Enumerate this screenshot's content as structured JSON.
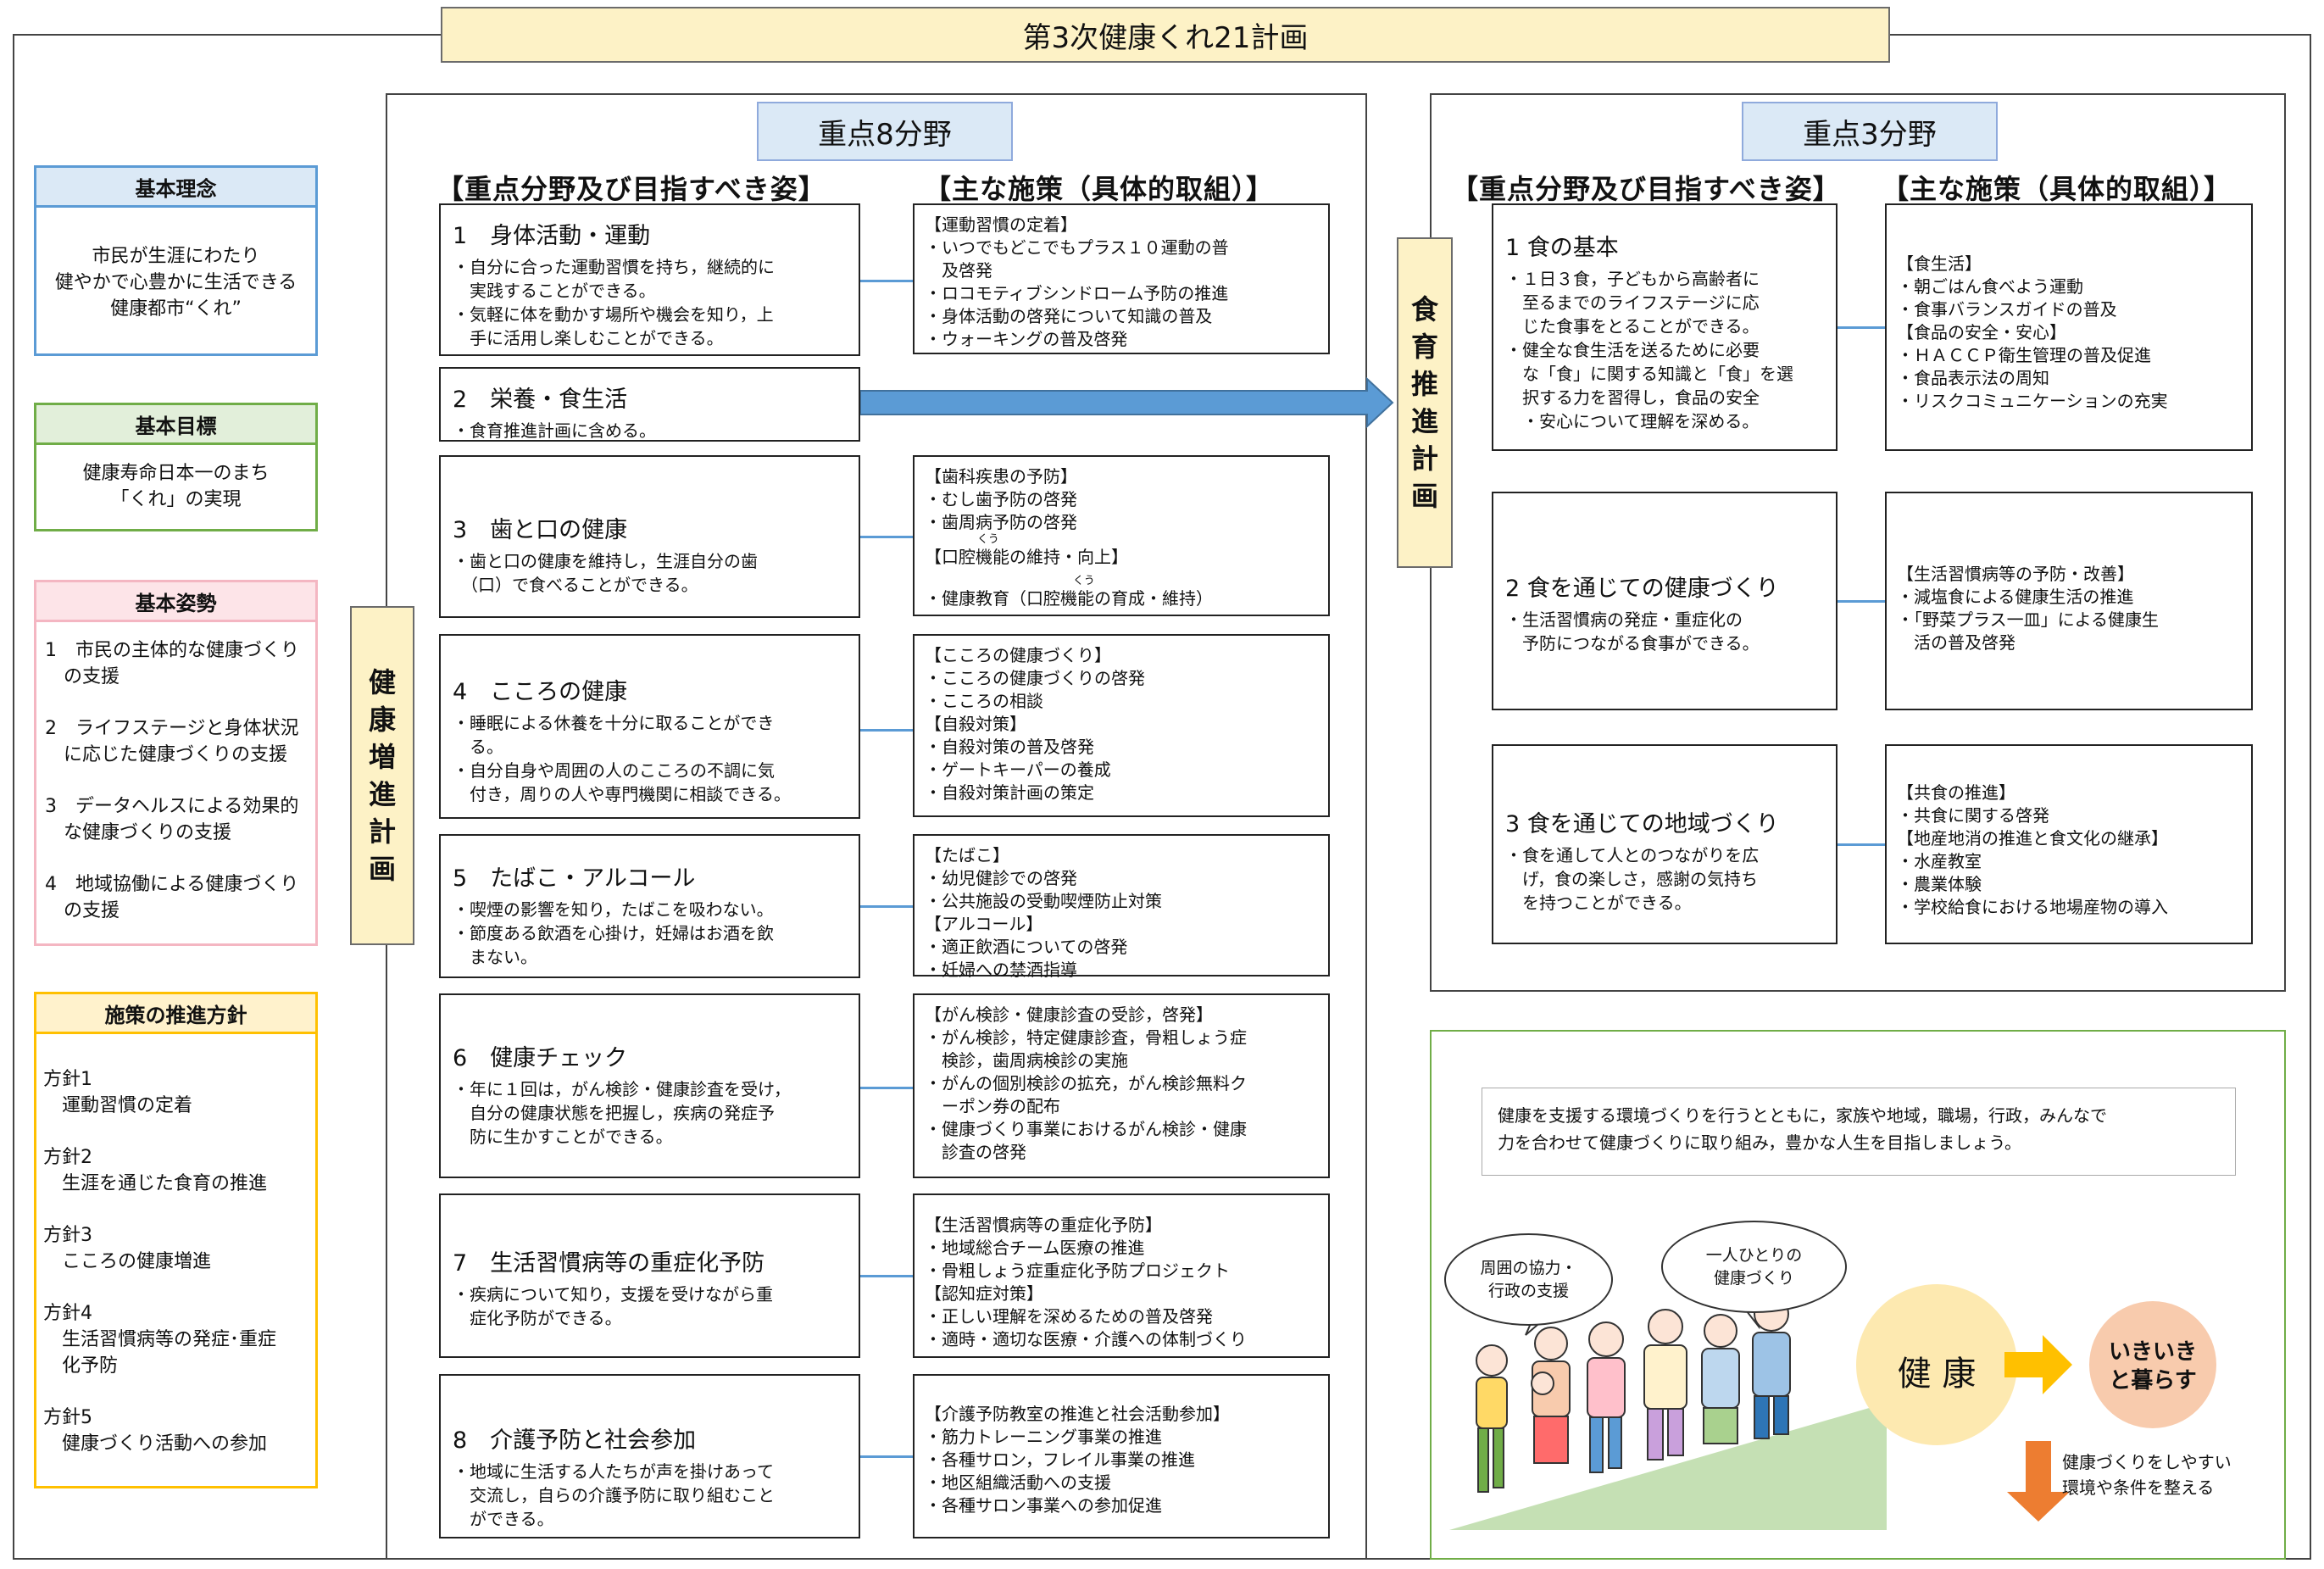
{
  "main_title": "第3次健康くれ21計画",
  "sidebar": {
    "philosophy": {
      "heading": "基本理念",
      "lines": [
        "市民が生涯にわたり",
        "健やかで心豊かに生活できる",
        "健康都市“くれ”"
      ]
    },
    "goal": {
      "heading": "基本目標",
      "lines": [
        "健康寿命日本一のまち",
        "「くれ」の実現"
      ]
    },
    "stance": {
      "heading": "基本姿勢",
      "items": [
        [
          "1　市民の主体的な健康づくり",
          "　の支援"
        ],
        [
          "2　ライフステージと身体状況",
          "　に応じた健康づくりの支援"
        ],
        [
          "3　データヘルスによる効果的",
          "　な健康づくりの支援"
        ],
        [
          "4　地域協働による健康づくり",
          "　の支援"
        ]
      ]
    },
    "policy": {
      "heading": "施策の推進方針",
      "items": [
        [
          "方針1",
          "　運動習慣の定着"
        ],
        [
          "方針2",
          "　生涯を通じた食育の推進"
        ],
        [
          "方針3",
          "　こころの健康増進"
        ],
        [
          "方針4",
          "　生活習慣病等の発症･重症",
          "　化予防"
        ],
        [
          "方針5",
          "　健康づくり活動への参加"
        ]
      ]
    }
  },
  "health_plan": {
    "tag": "重点8分野",
    "vertical_label": [
      "健",
      "康",
      "増",
      "進",
      "計",
      "画"
    ],
    "col_left": "【重点分野及び目指すべき姿】",
    "col_right": "【主な施策（具体的取組）】",
    "areas": [
      {
        "title": "1　身体活動・運動",
        "lines": [
          "・自分に合った運動習慣を持ち，継続的に",
          "　実践することができる。",
          "・気軽に体を動かす場所や機会を知り，上",
          "　手に活用し楽しむことができる。"
        ],
        "measures": [
          "【運動習慣の定着】",
          "・いつでもどこでもプラス１０運動の普",
          "　及啓発",
          "・ロコモティブシンドローム予防の推進",
          "・身体活動の啓発について知識の普及",
          "・ウォーキングの普及啓発"
        ]
      },
      {
        "title": "2　栄養・食生活",
        "lines": [
          "・食育推進計画に含める。"
        ],
        "measures": []
      },
      {
        "title": "3　歯と口の健康",
        "lines": [
          "・歯と口の健康を維持し，生涯自分の歯",
          "　（口）で食べることができる。"
        ],
        "measures": [
          "【歯科疾患の予防】",
          "・むし歯予防の啓発",
          "・歯周病予防の啓発",
          "",
          "【口腔機能の維持・向上】",
          "",
          "・健康教育（口腔機能の育成・維持）"
        ]
      },
      {
        "title": "4　こころの健康",
        "lines": [
          "・睡眠による休養を十分に取ることができ",
          "　る。",
          "・自分自身や周囲の人のこころの不調に気",
          "　付き，周りの人や専門機関に相談できる。"
        ],
        "measures": [
          "【こころの健康づくり】",
          "・こころの健康づくりの啓発",
          "・こころの相談",
          "【自殺対策】",
          "・自殺対策の普及啓発",
          "・ゲートキーパーの養成",
          "・自殺対策計画の策定"
        ]
      },
      {
        "title": "5　たばこ・アルコール",
        "lines": [
          "・喫煙の影響を知り，たばこを吸わない。",
          "・節度ある飲酒を心掛け，妊婦はお酒を飲",
          "　まない。"
        ],
        "measures": [
          "【たばこ】",
          "・幼児健診での啓発",
          "・公共施設の受動喫煙防止対策",
          "【アルコール】",
          "・適正飲酒についての啓発",
          "・妊婦への禁酒指導"
        ]
      },
      {
        "title": "6　健康チェック",
        "lines": [
          "・年に１回は，がん検診・健康診査を受け，",
          "　自分の健康状態を把握し，疾病の発症予",
          "　防に生かすことができる。"
        ],
        "measures": [
          "【がん検診・健康診査の受診，啓発】",
          "・がん検診，特定健康診査，骨粗しょう症",
          "　検診，歯周病検診の実施",
          "・がんの個別検診の拡充，がん検診無料ク",
          "　ーポン券の配布",
          "・健康づくり事業におけるがん検診・健康",
          "　診査の啓発"
        ]
      },
      {
        "title": "7　生活習慣病等の重症化予防",
        "lines": [
          "・疾病について知り，支援を受けながら重",
          "　症化予防ができる。"
        ],
        "measures": [
          "【生活習慣病等の重症化予防】",
          "・地域総合チーム医療の推進",
          "・骨粗しょう症重症化予防プロジェクト",
          "【認知症対策】",
          "・正しい理解を深めるための普及啓発",
          "・適時・適切な医療・介護への体制づくり"
        ]
      },
      {
        "title": "8　介護予防と社会参加",
        "lines": [
          "・地域に生活する人たちが声を掛けあって",
          "　交流し，自らの介護予防に取り組むこと",
          "　ができる。"
        ],
        "measures": [
          "【介護予防教室の推進と社会活動参加】",
          "・筋力トレーニング事業の推進",
          "・各種サロン，フレイル事業の推進",
          "・地区組織活動への支援",
          "・各種サロン事業への参加促進"
        ]
      }
    ],
    "furigana": "くう"
  },
  "food_plan": {
    "tag": "重点3分野",
    "vertical_label": [
      "食",
      "育",
      "推",
      "進",
      "計",
      "画"
    ],
    "col_left": "【重点分野及び目指すべき姿】",
    "col_right": "【主な施策（具体的取組）】",
    "areas": [
      {
        "title": "1 食の基本",
        "lines": [
          "・１日３食，子どもから高齢者に",
          "　至るまでのライフステージに応",
          "　じた食事をとることができる。",
          "・健全な食生活を送るために必要",
          "　な「食」に関する知識と「食」を選",
          "　択する力を習得し，食品の安全",
          "　・安心について理解を深める。"
        ],
        "measures": [
          "【食生活】",
          "・朝ごはん食べよう運動",
          "・食事バランスガイドの普及",
          "【食品の安全・安心】",
          "・ＨＡＣＣＰ衛生管理の普及促進",
          "・食品表示法の周知",
          "・リスクコミュニケーションの充実"
        ]
      },
      {
        "title": "2 食を通じての健康づくり",
        "lines": [
          "・生活習慣病の発症・重症化の",
          "　予防につながる食事ができる。"
        ],
        "measures": [
          "【生活習慣病等の予防・改善】",
          "・減塩食による健康生活の推進",
          "・「野菜プラス一皿」による健康生",
          "　活の普及啓発"
        ]
      },
      {
        "title": "3 食を通じての地域づくり",
        "lines": [
          "・食を通して人とのつながりを広",
          "　げ，食の楽しさ，感謝の気持ち",
          "　を持つことができる。"
        ],
        "measures": [
          "【共食の推進】",
          "・共食に関する啓発",
          "【地産地消の推進と食文化の継承】",
          "・水産教室",
          "・農業体験",
          "・学校給食における地場産物の導入"
        ]
      }
    ]
  },
  "illustration": {
    "message": [
      "健康を支援する環境づくりを行うとともに，家族や地域，職場，行政，みんなで",
      "力を合わせて健康づくりに取り組み，豊かな人生を目指しましょう。"
    ],
    "bubble_support": [
      "周囲の協力・",
      "行政の支援"
    ],
    "bubble_self": [
      "一人ひとりの",
      "健康づくり"
    ],
    "health": "健 康",
    "lively": [
      "いきいき",
      "と暮らす"
    ],
    "environment": [
      "健康づくりをしやすい",
      "環境や条件を整える"
    ]
  },
  "colors": {
    "accent_blue": "#5b9bd5",
    "title_fill": "#fdf2c6",
    "tag_fill": "#dbe9f6",
    "green_slope": "#c5e0b4",
    "sun": "#fde9b0",
    "orange": "#f4b183"
  }
}
